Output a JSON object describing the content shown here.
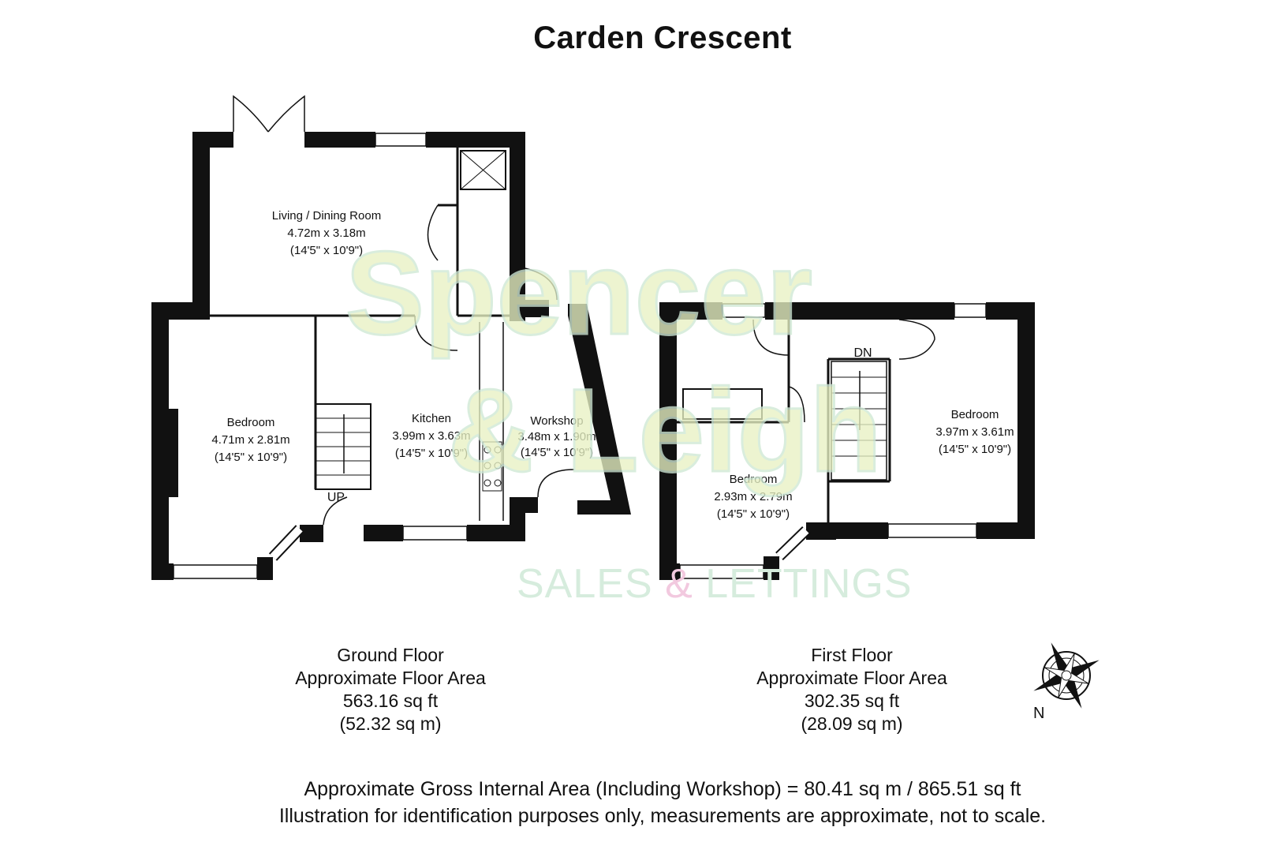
{
  "title": "Carden Crescent",
  "watermark": {
    "line1": "Spencer",
    "line2": "& Leigh",
    "sub_left": "SALES ",
    "sub_amp": "&",
    "sub_right": " LETTINGS"
  },
  "ground_floor": {
    "name": "Ground Floor",
    "area_label": "Approximate Floor Area",
    "area_sqft": "563.16 sq ft",
    "area_sqm": "(52.32 sq m)",
    "stair_label": "UP",
    "rooms": [
      {
        "name": "Living / Dining Room",
        "dims_m": "4.72m x 3.18m",
        "dims_ft": "(14'5\" x 10'9\")"
      },
      {
        "name": "Bedroom",
        "dims_m": "4.71m x 2.81m",
        "dims_ft": "(14'5\" x 10'9\")"
      },
      {
        "name": "Kitchen",
        "dims_m": "3.99m x 3.63m",
        "dims_ft": "(14'5\" x 10'9\")"
      },
      {
        "name": "Workshop",
        "dims_m": "3.48m x 1.90m",
        "dims_ft": "(14'5\" x 10'9\")"
      }
    ]
  },
  "first_floor": {
    "name": "First Floor",
    "area_label": "Approximate Floor Area",
    "area_sqft": "302.35 sq ft",
    "area_sqm": "(28.09 sq m)",
    "stair_label": "DN",
    "rooms": [
      {
        "name": "Bedroom",
        "dims_m": "3.97m x 3.61m",
        "dims_ft": "(14'5\" x 10'9\")"
      },
      {
        "name": "Bedroom",
        "dims_m": "2.93m x 2.79m",
        "dims_ft": "(14'5\" x 10'9\")"
      }
    ]
  },
  "compass": {
    "label": "N",
    "icon": "compass-rose-icon"
  },
  "footer": {
    "line1": "Approximate Gross Internal Area (Including Workshop) = 80.41 sq m / 865.51 sq ft",
    "line2": "Illustration for identification purposes only, measurements are approximate, not to scale."
  },
  "colors": {
    "wall": "#111111",
    "watermark_green": "#e8f2c4",
    "watermark_pink": "#f2c9df"
  }
}
